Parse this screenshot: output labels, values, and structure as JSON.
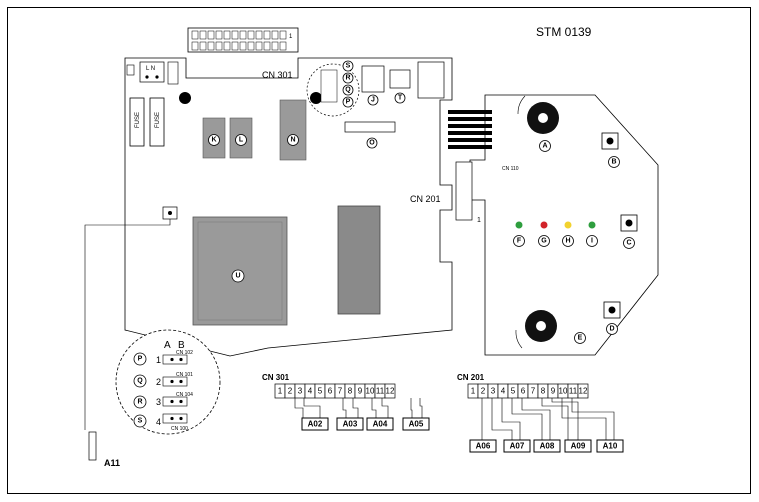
{
  "diagram": {
    "title": "STM 0139",
    "labels": {
      "cn301_board": "CN 301",
      "cn201_board": "CN 201",
      "cn110": "CN 110",
      "cn201_pin1": "1",
      "top_conn_pin1": "1",
      "jumper_a": "A",
      "jumper_b": "B",
      "fuse1": "FUSE",
      "fuse2": "FUSE",
      "ln": "L N",
      "jumper_rows": [
        {
          "num": "1",
          "cn": "CN 102"
        },
        {
          "num": "2",
          "cn": "CN 101"
        },
        {
          "num": "3",
          "cn": "CN 104"
        },
        {
          "num": "4",
          "cn": "CN 100"
        }
      ]
    },
    "components": {
      "A": "A",
      "B": "B",
      "C": "C",
      "D": "D",
      "E": "E",
      "F": "F",
      "G": "G",
      "H": "H",
      "I": "I",
      "J": "J",
      "K": "K",
      "L": "L",
      "N": "N",
      "O": "O",
      "P": "P",
      "Q": "Q",
      "R": "R",
      "S": "S",
      "T": "T",
      "U": "U"
    },
    "led_colors": {
      "F": "#2e9e3e",
      "G": "#d2232a",
      "H": "#f2d22e",
      "I": "#2e9e3e"
    },
    "cn301": {
      "title": "CN 301",
      "pins": [
        "1",
        "2",
        "3",
        "4",
        "5",
        "6",
        "7",
        "8",
        "9",
        "10",
        "11",
        "12"
      ],
      "tags": [
        "A02",
        "A03",
        "A04",
        "A05"
      ]
    },
    "cn201": {
      "title": "CN 201",
      "pins": [
        "1",
        "2",
        "3",
        "4",
        "5",
        "6",
        "7",
        "8",
        "9",
        "10",
        "11",
        "12"
      ],
      "tags": [
        "A06",
        "A07",
        "A08",
        "A09",
        "A10"
      ]
    },
    "a11": "A11"
  }
}
